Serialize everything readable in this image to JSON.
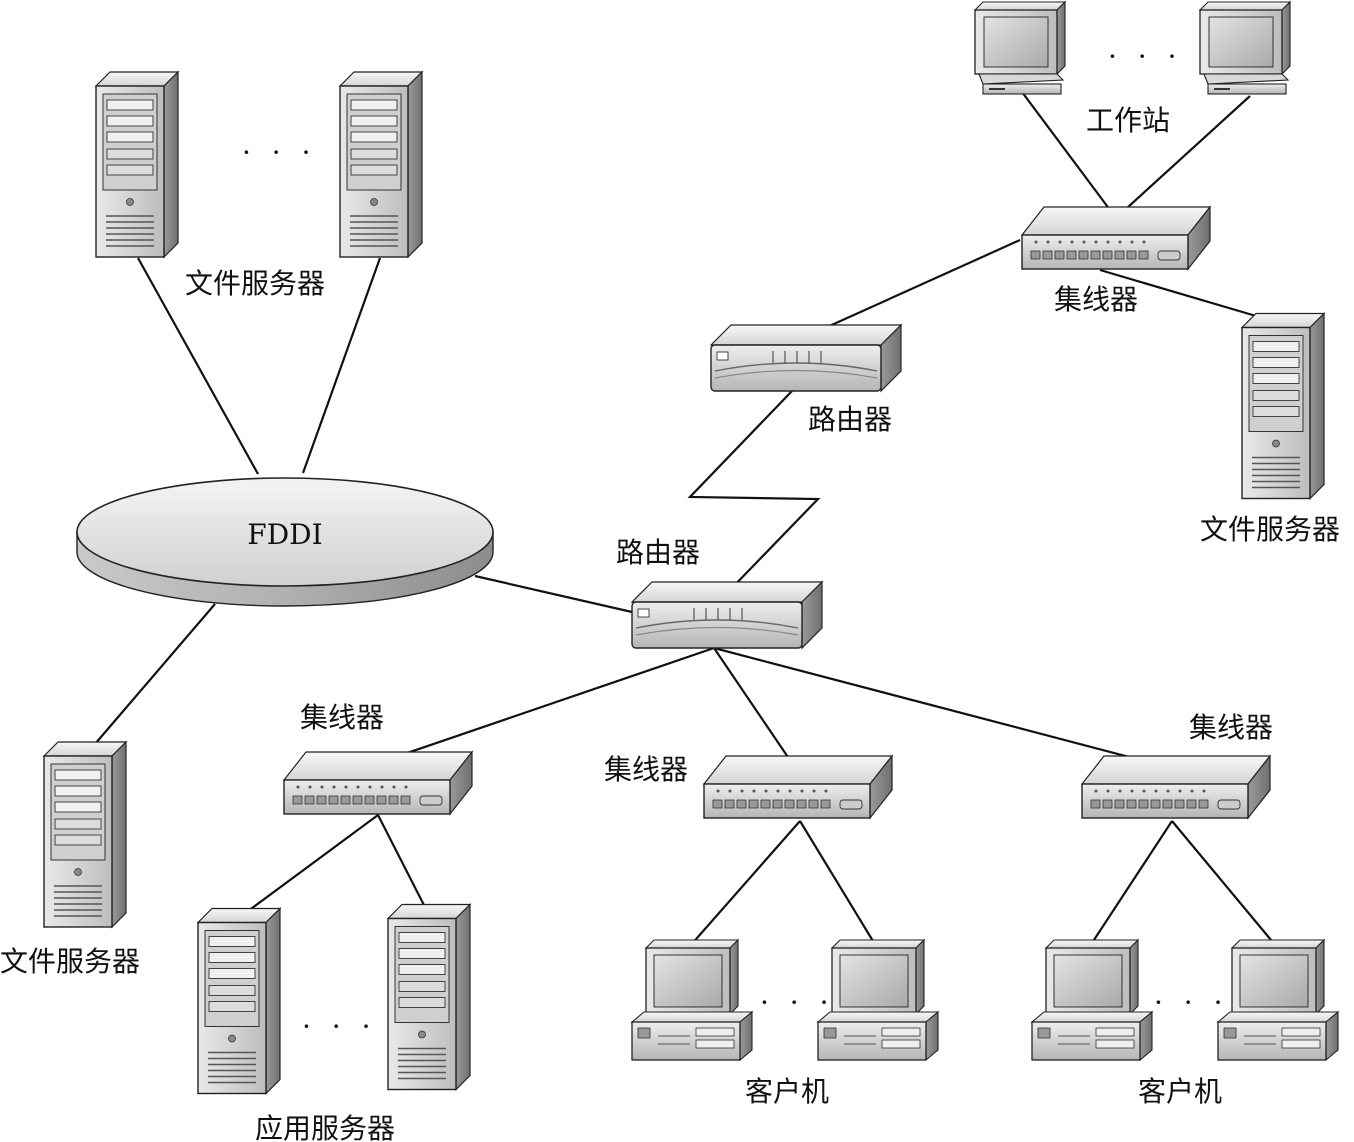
{
  "ring": {
    "label": "FDDI"
  },
  "ellipsis": "· · ·",
  "labels": {
    "file_server_top": "文件服务器",
    "file_server_right": "文件服务器",
    "file_server_left": "文件服务器",
    "workstation": "工作站",
    "hub_top": "集线器",
    "router_top": "路由器",
    "router_mid": "路由器",
    "hub_left": "集线器",
    "hub_mid": "集线器",
    "hub_right": "集线器",
    "app_server": "应用服务器",
    "client_mid": "客户机",
    "client_right": "客户机"
  },
  "colors": {
    "device_light": "#f2f2f2",
    "device_mid": "#cfcfcf",
    "device_dark": "#8f8f8f",
    "screen": "#b9b9b9"
  }
}
